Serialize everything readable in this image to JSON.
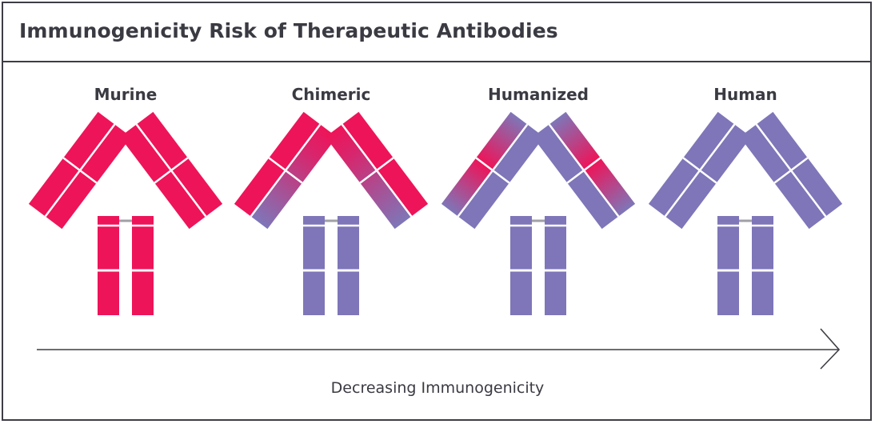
{
  "title": "Immunogenicity Risk of Therapeutic Antibodies",
  "antibodies": [
    {
      "label": "Murine",
      "type": "murine"
    },
    {
      "label": "Chimeric",
      "type": "chimeric"
    },
    {
      "label": "Humanized",
      "type": "humanized"
    },
    {
      "label": "Human",
      "type": "human"
    }
  ],
  "axis_label": "Decreasing Immunogenicity",
  "colors": {
    "mouse": "#ee1459",
    "human": "#7e76b8",
    "border": "#3d3d45",
    "text": "#3a3a42",
    "hinge": "#a0a0a6"
  }
}
